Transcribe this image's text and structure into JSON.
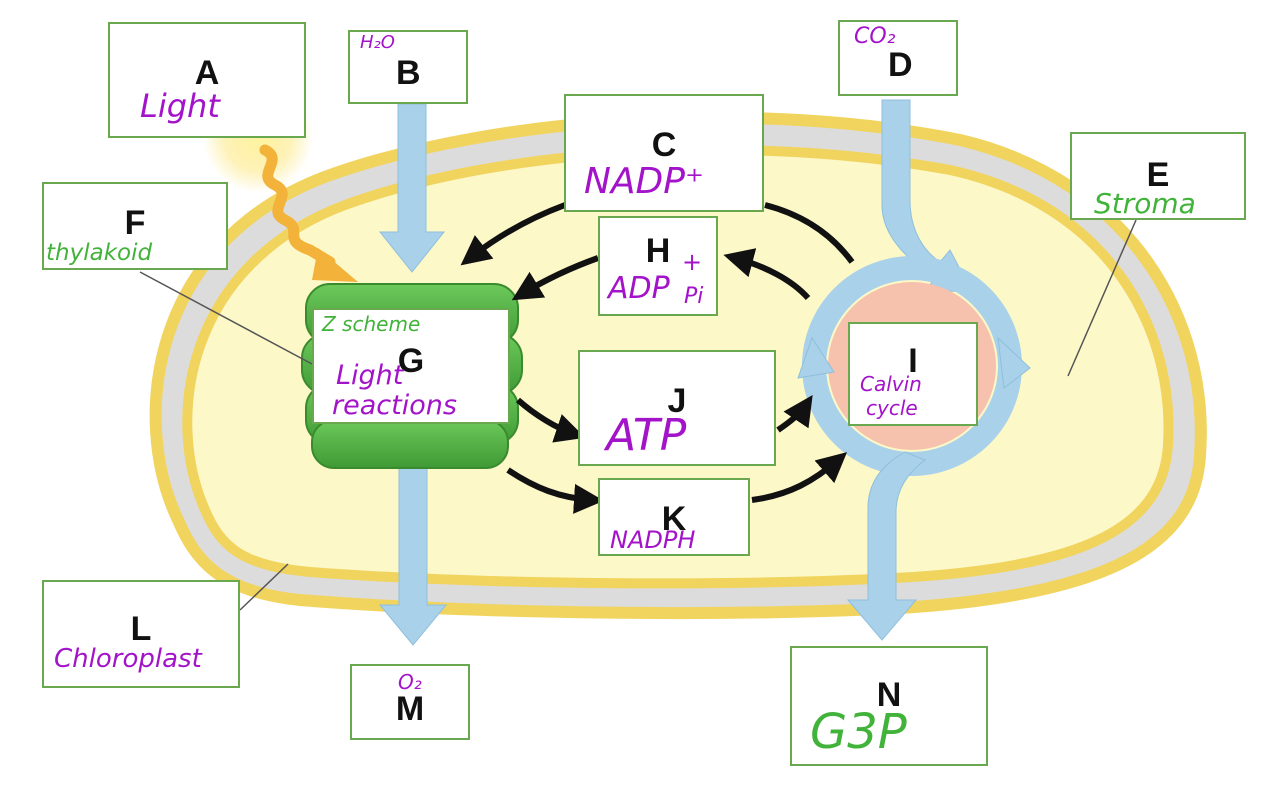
{
  "colors": {
    "box_border": "#6aa84f",
    "handwriting_purple": "#a313c9",
    "handwriting_green": "#42b33a",
    "stroma_fill": "#fcf8c8",
    "envelope_yellow": "#f1d45e",
    "arrow_blue": "#a9d1ea",
    "thylakoid_green": "#5cb749",
    "calvin_pink": "#f6c2ad"
  },
  "labels": {
    "A": {
      "letter": "A",
      "answer": "Light"
    },
    "B": {
      "letter": "B",
      "answer": "H₂O"
    },
    "C": {
      "letter": "C",
      "answer": "NADP⁺"
    },
    "D": {
      "letter": "D",
      "answer": "CO₂"
    },
    "E": {
      "letter": "E",
      "answer": "Stroma"
    },
    "F": {
      "letter": "F",
      "answer": "thylakoid"
    },
    "G": {
      "letter": "G",
      "note": "Z scheme",
      "answer_line1": "Light",
      "answer_line2": "reactions"
    },
    "H": {
      "letter": "H",
      "answer": "ADP",
      "sup": "+",
      "sub": "Pi"
    },
    "I": {
      "letter": "I",
      "answer_line1": "Calvin",
      "answer_line2": "cycle"
    },
    "J": {
      "letter": "J",
      "answer": "ATP"
    },
    "K": {
      "letter": "K",
      "answer": "NADPH"
    },
    "L": {
      "letter": "L",
      "answer": "Chloroplast"
    },
    "M": {
      "letter": "M",
      "answer": "O₂"
    },
    "N": {
      "letter": "N",
      "answer": "G3P"
    }
  }
}
